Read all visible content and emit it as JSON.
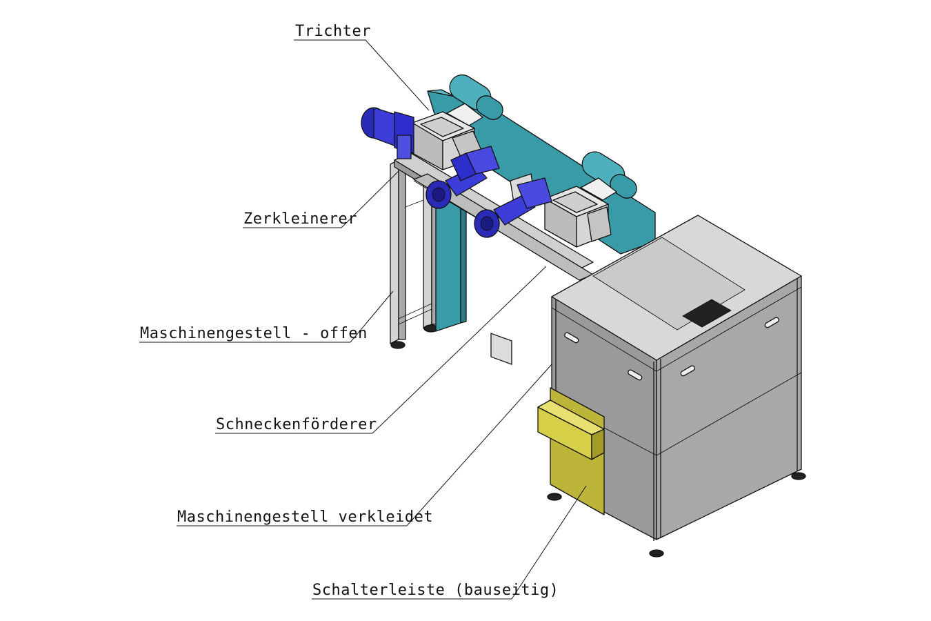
{
  "labels": {
    "trichter": "Trichter",
    "zerkleinerer": "Zerkleinerer",
    "maschinengestell_offen": "Maschinengestell - offen",
    "schneckenfoerderer": "Schneckenförderer",
    "maschinengestell_verkleidet": "Maschinengestell verkleidet",
    "schalterleiste": "Schalterleiste (bauseitig)"
  },
  "colors": {
    "teal": "#3a9ba8",
    "motor_blue": "#2e2ecc",
    "cabinet_grey": "#9a9a9a",
    "switch_yellow": "#bdb43a",
    "steel": "#c8c8c8"
  }
}
